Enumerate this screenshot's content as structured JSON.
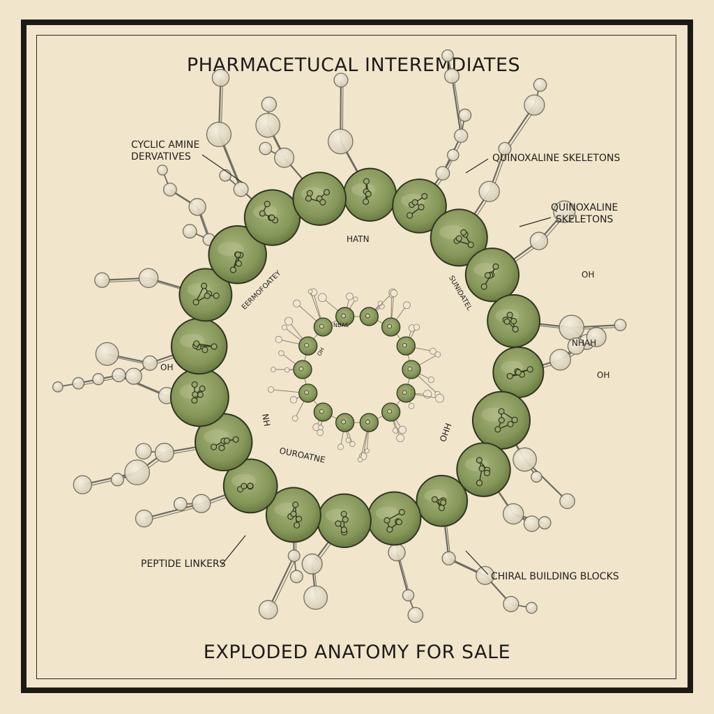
{
  "title": "PHARMACETUCAL INTEREMDIATES",
  "subtitle": "EXPLODED ANATOMY FOR SALE",
  "labels": {
    "cyclic_amine": "CYCLIC AMINE\nDERVATIVES",
    "quinoxaline_1": "QUINOXALINE SKELETONS",
    "quinoxaline_2": "QUINOXALINE\nSKELETONS",
    "peptide_linkers": "PEPTIDE LINKERS",
    "chiral_blocks": "CHIRAL BUILDING BLOCKS"
  },
  "chem_labels": {
    "hatn": "HATN",
    "oh_right": "OH",
    "nhah": "NHAH",
    "oh_right_lower": "OH",
    "oh_left": "OH",
    "nh_left": "NH",
    "ohh_lower_right": "OHH",
    "ouroatne": "OUROATNE",
    "eermog": "EERMOFOATEY",
    "sunidatel": "SUNIDATEL",
    "inner_1": "NBAS",
    "inner_2": "OH"
  },
  "colors": {
    "background": "#f1e5cc",
    "frame": "#1c1a17",
    "node_fill": "#8a9a5b",
    "node_dark": "#6d7d44",
    "bond": "#6b6a5e",
    "atom": "#ede4cf"
  }
}
